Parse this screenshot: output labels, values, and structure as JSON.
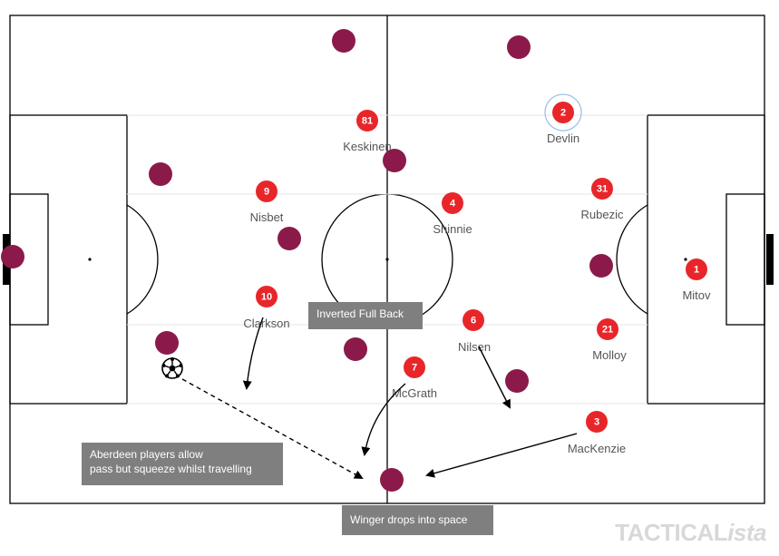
{
  "red_team": {
    "color": "#e8262a",
    "players": [
      {
        "number": "81",
        "name": "Keskinen"
      },
      {
        "number": "2",
        "name": "Devlin",
        "highlighted": true
      },
      {
        "number": "9",
        "name": "Nisbet"
      },
      {
        "number": "4",
        "name": "Shinnie"
      },
      {
        "number": "31",
        "name": "Rubezic"
      },
      {
        "number": "1",
        "name": "Mitov"
      },
      {
        "number": "10",
        "name": "Clarkson"
      },
      {
        "number": "6",
        "name": "Nilsen"
      },
      {
        "number": "21",
        "name": "Molloy"
      },
      {
        "number": "7",
        "name": "McGrath"
      },
      {
        "number": "3",
        "name": "MacKenzie"
      }
    ]
  },
  "opponent_team": {
    "color": "#8b1a4a",
    "player_count": 11
  },
  "annotations": {
    "inverted_full_back": "Inverted Full Back",
    "aberdeen_note": "Aberdeen players allow\npass but squeeze whilst travelling",
    "winger_drops": "Winger drops into space"
  },
  "watermark": {
    "main": "TACTICAL",
    "suffix": "ista"
  }
}
